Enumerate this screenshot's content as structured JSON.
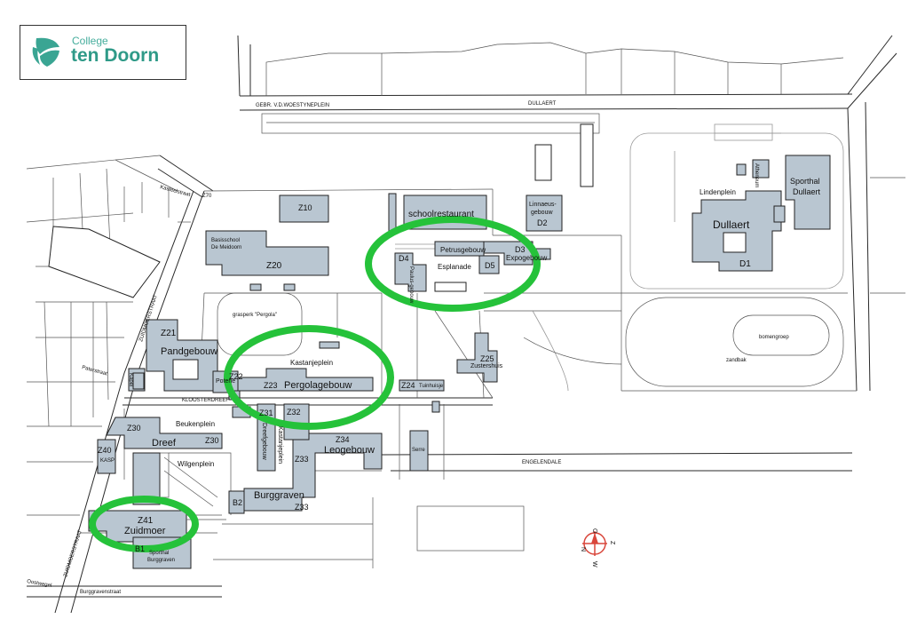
{
  "logo": {
    "line1": "College",
    "line2": "ten Doorn",
    "color": "#3aa593"
  },
  "streets": {
    "gebr": "GEBR. V.D.WOESTYNEPLEIN",
    "dullaert": "DULLAERT",
    "kasteel": "Kasteelstraat",
    "zuidmoer1": "ZUIDMOERSTRAAT",
    "zuidmoer2": "ZUIDMOERSTRAAT",
    "kloosterdreef": "KLOOSTERDREEF",
    "engelendale": "ENGELENDALE",
    "burggravenstraat": "Burggravenstraat",
    "oostwegel": "Oostwegel",
    "patersstraat": "Paterstraat"
  },
  "places": {
    "lindenplein": "Lindenplein",
    "kastanjeplein": "Kastanjeplein",
    "beukenplein": "Beukenplein",
    "wilgenplein": "Wilgenplein",
    "esplanade": "Esplanade",
    "pergola": "grasperk \"Pergola\"",
    "bomengroep": "bomengroep",
    "zandbak": "zandbak"
  },
  "buildings": {
    "z10": "Z10",
    "basisschool1": "Basisschool",
    "basisschool2": "De Meidoorn",
    "z20": "Z20",
    "schoolrestaurant": "schoolrestaurant",
    "linnaeus1": "Linnaeus-",
    "linnaeus2": "gebouw",
    "d2": "D2",
    "petrus": "Petrusgebouw",
    "expo": "Expogebouw",
    "d3": "D3",
    "d4": "D4",
    "d5": "D5",
    "paulus": "Paulus-gebouw",
    "dullaert": "Dullaert",
    "d1": "D1",
    "sporthal1": "Sporthal",
    "sporthal2": "Dullaert",
    "atheneum": "Atheneum",
    "z21": "Z21",
    "pandgebouw": "Pandgebouw",
    "z22": "Z22",
    "poterie": "Poterie",
    "z23": "Z23",
    "pergolagebouw": "Pergolagebouw",
    "z24": "Z24",
    "tuinhuis": "Tuinhuisje",
    "z25": "Z25",
    "zustershuis": "Zustershuis",
    "z30a": "Z30",
    "z30b": "Z30",
    "dreef": "Dreef",
    "z31": "Z31",
    "z32": "Z32",
    "z33a": "Z33",
    "z33b": "Z33",
    "z34": "Z34",
    "leogebouw": "Leogebouw",
    "dreefgebouw": "Dreefgebouw",
    "kastanje": "Kastanjeplein",
    "z40": "Z40",
    "kasp": "KASP",
    "z41": "Z41",
    "zuidmoer": "Zuidmoer",
    "b1": "B1",
    "b2": "B2",
    "burggraven": "Burggraven",
    "sporthalb1": "Sporthal",
    "sporthalb2": "Burggraven",
    "serre": "Serre",
    "kapel": "Kapel",
    "z70": "Z70"
  },
  "compass": {
    "n": "N",
    "o": "O",
    "z": "Z",
    "w": "W"
  },
  "colors": {
    "building": "#b9c6d1",
    "highlight": "#25c23a",
    "compass": "#d9463b"
  }
}
